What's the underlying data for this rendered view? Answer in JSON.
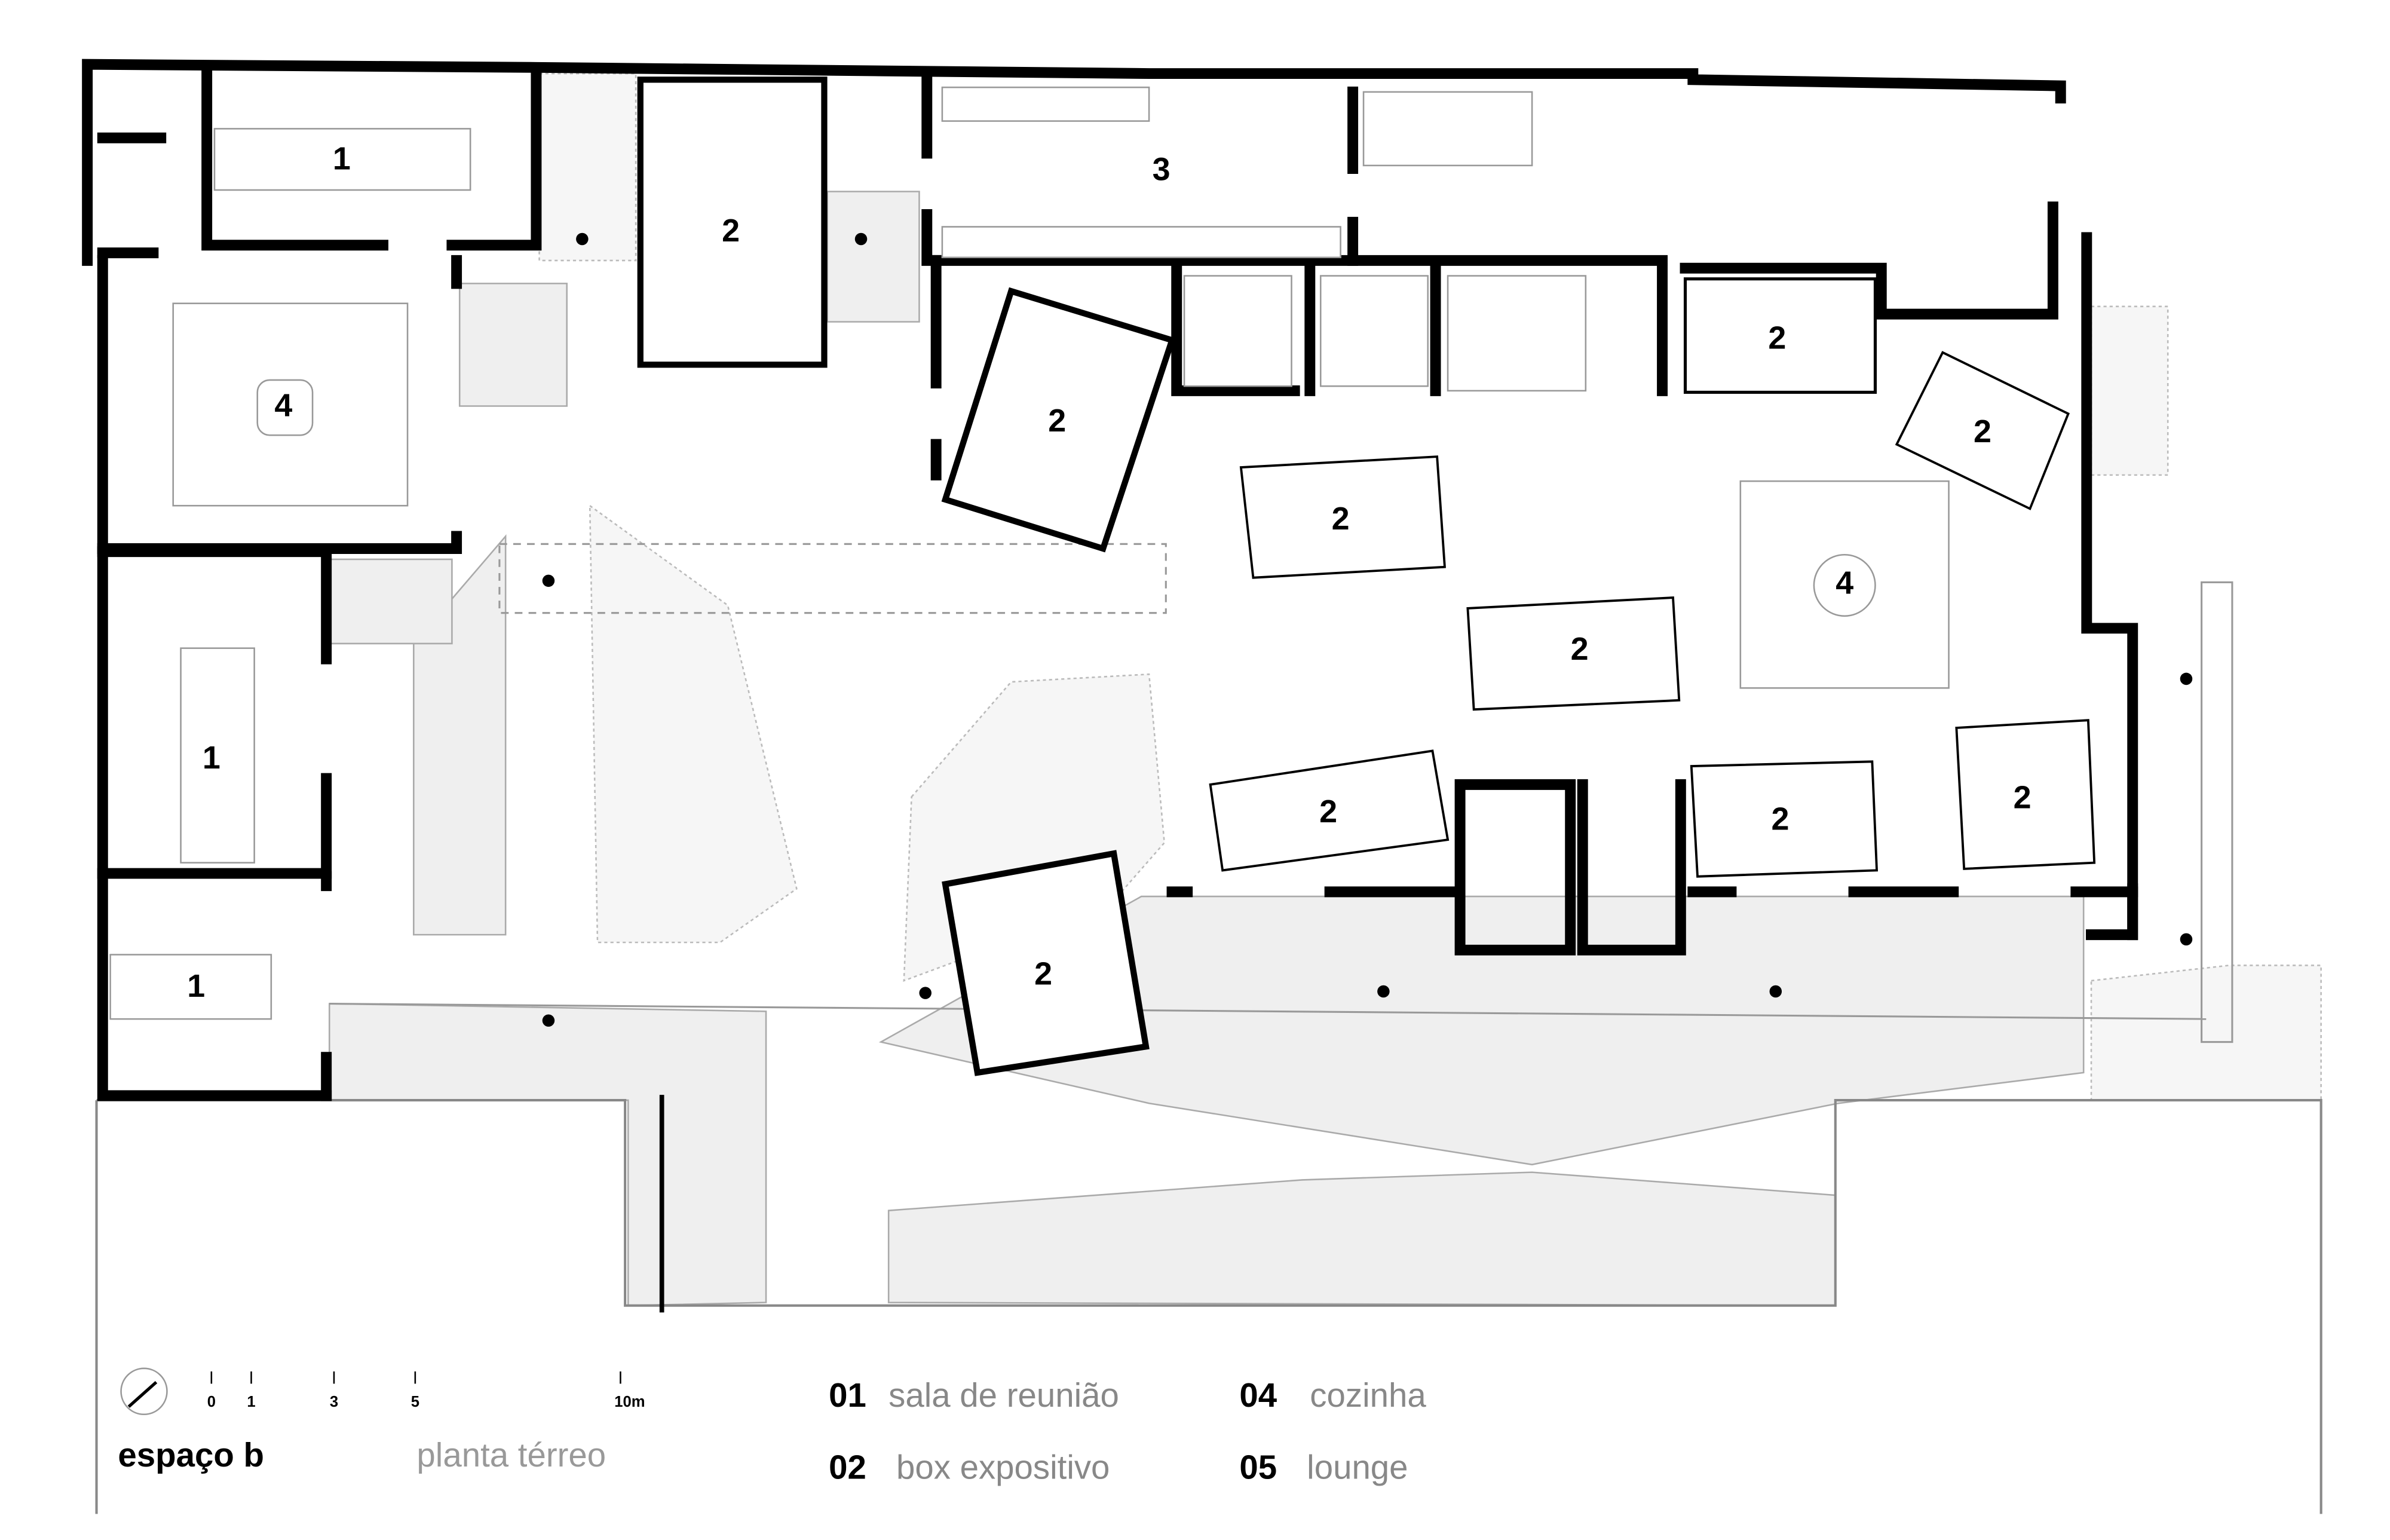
{
  "plan": {
    "title": "espaço b",
    "subtitle": "planta térreo",
    "room_labels": {
      "meeting": [
        "1",
        "1",
        "1"
      ],
      "boxes": [
        "2",
        "2",
        "2",
        "2",
        "2",
        "2",
        "2",
        "2",
        "2",
        "2"
      ],
      "service": "3",
      "kitchen": [
        "4",
        "4"
      ]
    }
  },
  "scale_bar": {
    "ticks": [
      "0",
      "1",
      "3",
      "5",
      "10m"
    ]
  },
  "legend": [
    {
      "num": "01",
      "label": "sala de reunião"
    },
    {
      "num": "02",
      "label": "box expositivo"
    },
    {
      "num": "04",
      "label": "cozinha"
    },
    {
      "num": "05",
      "label": "lounge"
    }
  ],
  "colors": {
    "wall": "#000000",
    "line": "#999999",
    "legend_text": "#888888"
  }
}
